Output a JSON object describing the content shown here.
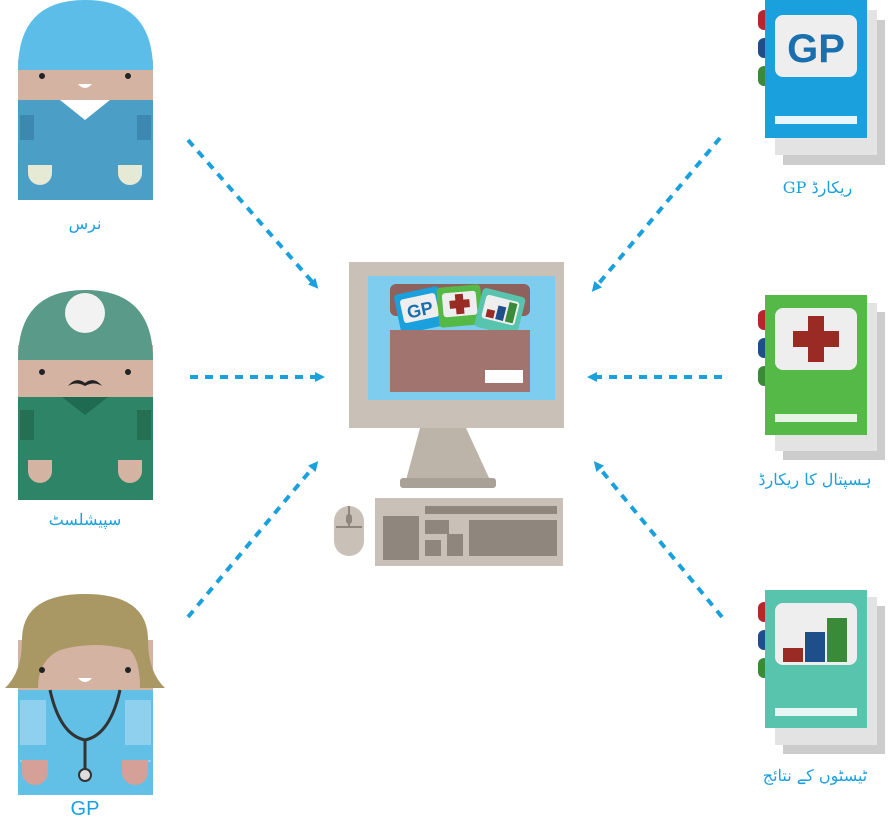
{
  "people": [
    {
      "id": "nurse",
      "label": "نرس"
    },
    {
      "id": "specialist",
      "label": "سپیشلسٹ"
    },
    {
      "id": "gp",
      "label": "GP"
    }
  ],
  "records": [
    {
      "id": "gp-record",
      "label": "GP ریکارڈ",
      "cover_text": "GP"
    },
    {
      "id": "hospital-record",
      "label": "ہسپتال کا ریکارڈ"
    },
    {
      "id": "test-results",
      "label": "ٹیسٹوں کے نتائج"
    }
  ],
  "computer": {
    "folder_badge": "GP"
  },
  "colors": {
    "arrow": "#1aa0dc",
    "label": "#1aa0dc",
    "gp_book": "#1aa0dc",
    "hospital_book": "#55b947",
    "tests_book": "#59c4ad",
    "nurse_scrubs": "#4b9fc7",
    "specialist_scrubs": "#2e8466",
    "gp_coat": "#62bfe6",
    "monitor": "#c9c0b7",
    "screen": "#7ecdee",
    "folder": "#a17470"
  },
  "icons": [
    "nurse-avatar",
    "specialist-avatar",
    "gp-avatar",
    "gp-record-book",
    "hospital-record-book",
    "test-results-book",
    "computer",
    "keyboard",
    "mouse"
  ]
}
